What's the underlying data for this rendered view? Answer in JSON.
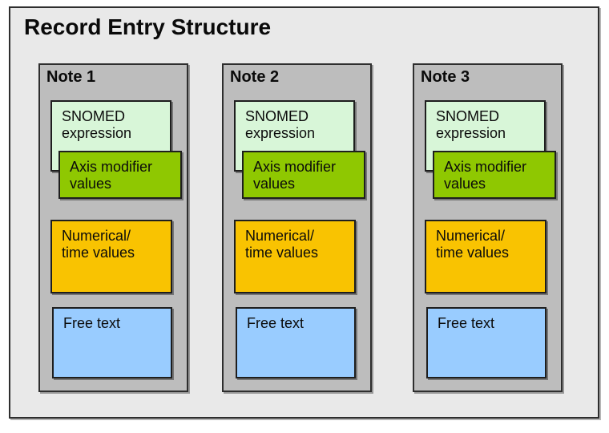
{
  "diagram": {
    "title": "Record Entry Structure",
    "notes": [
      {
        "title": "Note 1"
      },
      {
        "title": "Note 2"
      },
      {
        "title": "Note 3"
      }
    ],
    "box_labels": {
      "snomed_expression": "SNOMED\nexpression",
      "axis_modifier": "Axis modifier\nvalues",
      "numerical_time": "Numerical/\ntime values",
      "free_text": "Free text"
    },
    "colors": {
      "slide_background": "#e9e9e9",
      "note_panel": "#bdbdbd",
      "snomed_expression": "#d8f6d8",
      "axis_modifier": "#8fc801",
      "numerical_time": "#f9c301",
      "free_text": "#99ccff"
    }
  }
}
